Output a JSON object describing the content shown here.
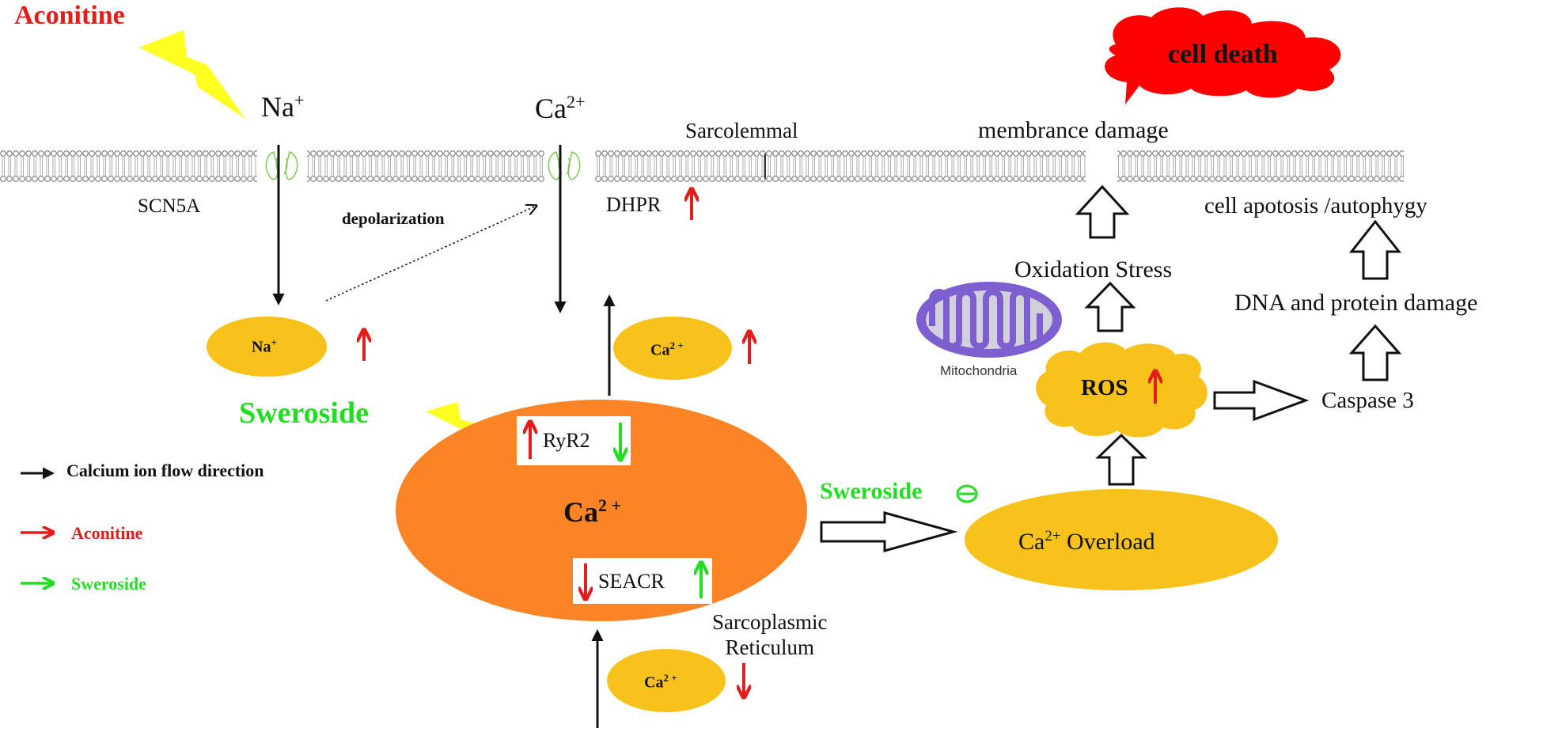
{
  "colors": {
    "aconitine": "#e31c1c",
    "sweroside": "#22dd22",
    "ellipse_yellow": "#f7c21b",
    "sr_orange": "#fb8526",
    "cell_death_red": "#ff0000",
    "bolt_yellow": "#ffff22",
    "membrane_gray": "#8a8a8a",
    "mito_purple": "#8c6fd6"
  },
  "labels": {
    "aconitine": "Aconitine",
    "sweroside_main": "Sweroside",
    "sweroside_small": "Sweroside",
    "cell_death": "cell death",
    "na_ext": "Na",
    "na_ext_sup": "+",
    "ca_ext": "Ca",
    "ca_ext_sup": "2+",
    "sarcolemmal": "Sarcolemmal",
    "membrance_damage": "membrance damage",
    "scn5a": "SCN5A",
    "depolarization": "depolarization",
    "dhpr": "DHPR",
    "cell_apoptosis": "cell apotosis /autophygy",
    "oxidation_stress": "Oxidation Stress",
    "dna_damage": "DNA and protein damage",
    "mitochondria": "Mitochondria",
    "ros": "ROS",
    "caspase": "Caspase 3",
    "na_cyto": "Na",
    "na_cyto_sup": "+",
    "ca_cyto_top": "Ca",
    "ca_cyto_top_sup": "2 +",
    "ryr2": "RyR2",
    "ca_sr": "Ca",
    "ca_sr_sup": "2 +",
    "seacr": "SEACR",
    "ca_overload_base": "Ca",
    "ca_overload_sup": "2+",
    "ca_overload_rest": " Overload",
    "sarcoplasmic_line1": "Sarcoplasmic",
    "sarcoplasmic_line2": "Reticulum",
    "ca_cyto_bottom": "Ca",
    "ca_cyto_bottom_sup": "2 +"
  },
  "legend": {
    "items": [
      {
        "label": "Calcium ion flow direction",
        "color": "#111111"
      },
      {
        "label": "Aconitine",
        "color": "#e31c1c"
      },
      {
        "label": "Sweroside",
        "color": "#22dd22"
      }
    ]
  }
}
